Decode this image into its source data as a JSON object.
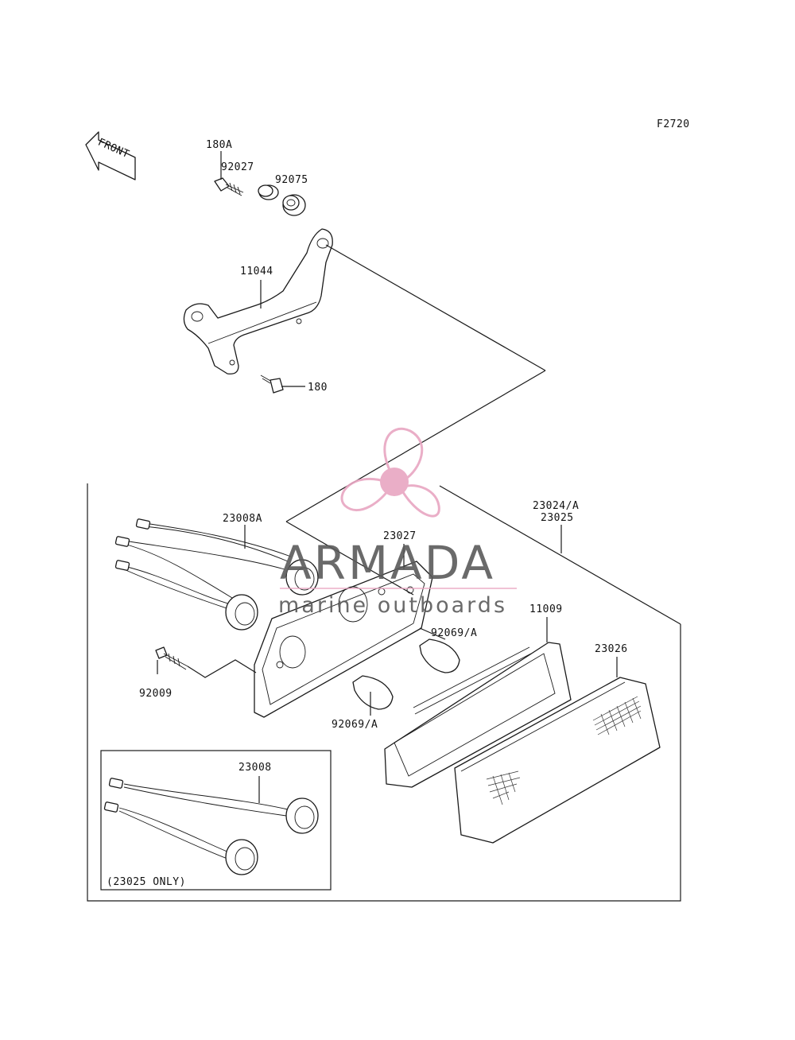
{
  "figure_code": "F2720",
  "front_arrow_text": "FRONT",
  "parts": {
    "p180a": "180A",
    "p92027": "92027",
    "p92075": "92075",
    "p11044": "11044",
    "p180": "180",
    "p23008a": "23008A",
    "p23027": "23027",
    "p23024a": "23024/A",
    "p23025": "23025",
    "p11009": "11009",
    "p92069a_right": "92069/A",
    "p23026": "23026",
    "p92009": "92009",
    "p92069a_bottom": "92069/A",
    "p23008": "23008"
  },
  "inset_note": "(23025 ONLY)",
  "watermark": {
    "brand": "ARMADA",
    "tagline": "marine outboards",
    "logo_color": "#e8a6c2",
    "line_color": "#e8a6c2"
  }
}
